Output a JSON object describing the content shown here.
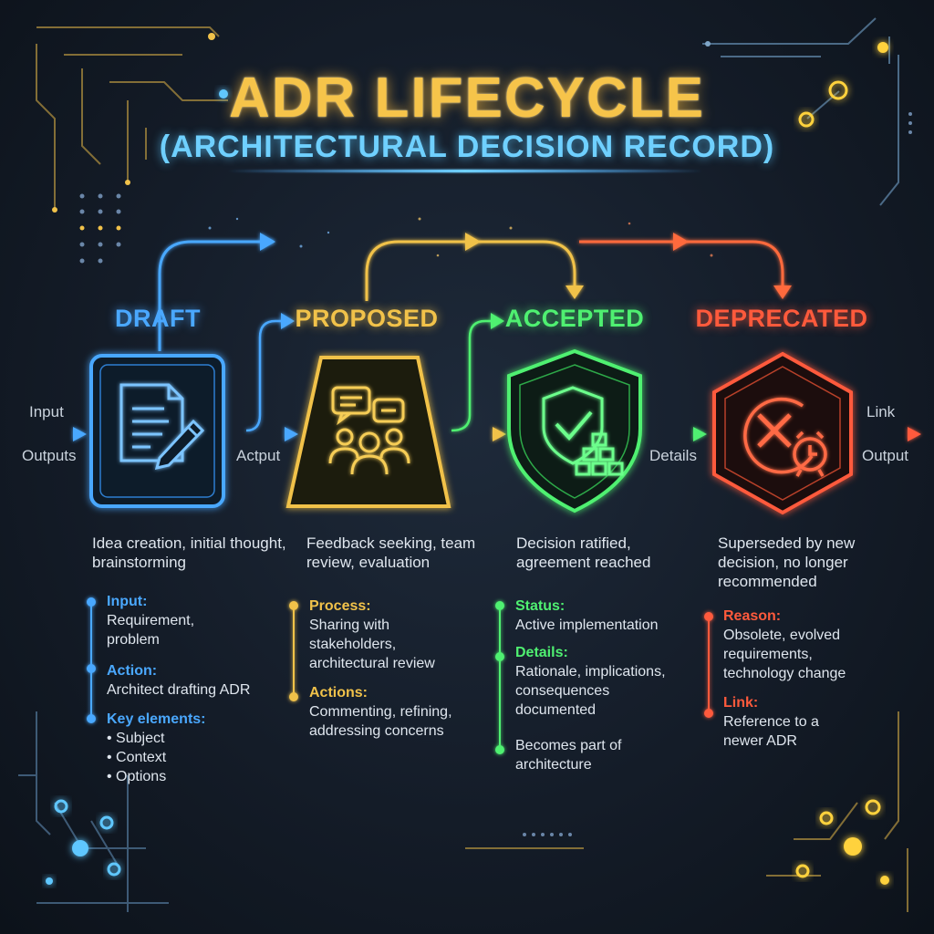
{
  "title": "ADR LIFECYCLE",
  "subtitle": "(ARCHITECTURAL DECISION RECORD)",
  "colors": {
    "draft": "#4aa8ff",
    "proposed": "#f1c24a",
    "accepted": "#4ff071",
    "deprecated": "#ff5a3c"
  },
  "flow_labels": {
    "draft_input": "Input",
    "draft_outputs": "Outputs",
    "proposed_in": "Actput",
    "accepted_out": "Details",
    "deprecated_link": "Link",
    "deprecated_output": "Output"
  },
  "stages": [
    {
      "name": "DRAFT",
      "icon": "document-pen-icon",
      "summary": "Idea creation, initial thought, brainstorming",
      "details": [
        {
          "head": "Input:",
          "text": "Requirement, problem"
        },
        {
          "head": "Action:",
          "text": "Architect drafting ADR"
        },
        {
          "head": "Key elements:",
          "list": [
            "Subject",
            "Context",
            "Options"
          ]
        }
      ]
    },
    {
      "name": "PROPOSED",
      "icon": "team-discussion-icon",
      "summary": "Feedback seeking, team review, evaluation",
      "details": [
        {
          "head": "Process:",
          "text": "Sharing with stakeholders, architectural review"
        },
        {
          "head": "Actions:",
          "text": "Commenting, refining, addressing concerns"
        }
      ]
    },
    {
      "name": "ACCEPTED",
      "icon": "shield-check-icon",
      "summary": "Decision ratified, agreement reached",
      "details": [
        {
          "head": "Status:",
          "text": "Active implementation"
        },
        {
          "head": "Details:",
          "text": "Rationale, implications, consequences documented"
        },
        {
          "head": "",
          "text": "Becomes part of architecture"
        }
      ]
    },
    {
      "name": "DEPRECATED",
      "icon": "cancel-clock-icon",
      "summary": "Superseded by new decision, no longer recommended",
      "details": [
        {
          "head": "Reason:",
          "text": "Obsolete, evolved requirements, technology change"
        },
        {
          "head": "Link:",
          "text": "Reference to a newer ADR"
        }
      ]
    }
  ]
}
